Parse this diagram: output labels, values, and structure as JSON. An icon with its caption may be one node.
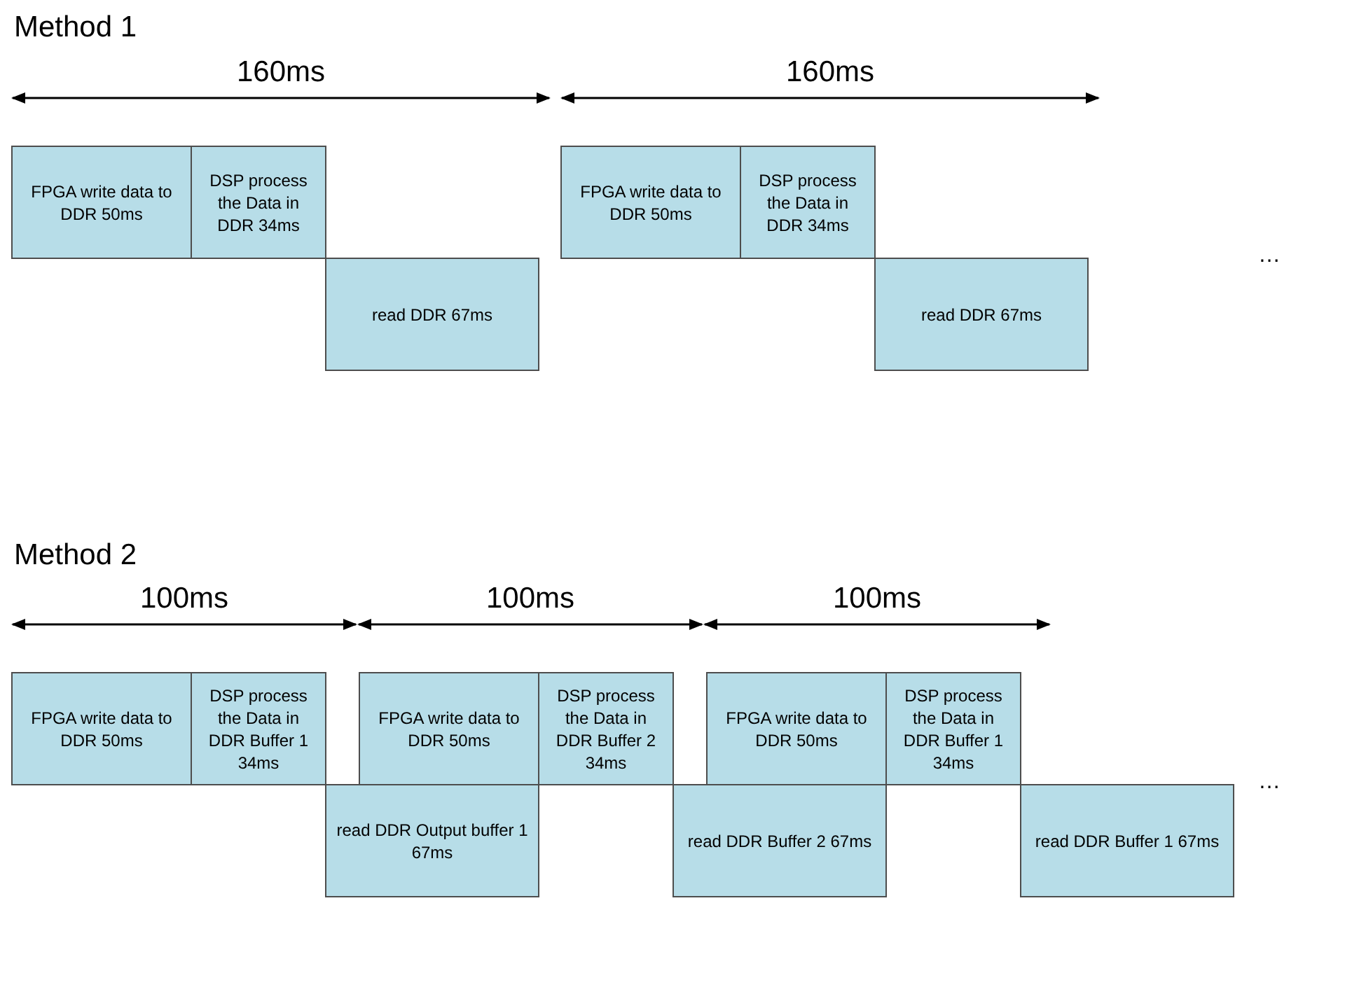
{
  "diagram": {
    "nodes": [
      {
        "text": [
          "FPGA write data to DDR 50ms"
        ]
      },
      {
        "text": [
          "DSP process the Data in DDR 34ms"
        ]
      },
      {
        "text": [
          "read DDR 67ms"
        ]
      },
      {
        "text": [
          "FPGA write data to DDR 50ms"
        ]
      },
      {
        "text": [
          "DSP process the Data in DDR 34ms"
        ]
      },
      {
        "text": [
          "read DDR 67ms"
        ]
      },
      {
        "text": [
          "FPGA write data to DDR 50ms"
        ]
      },
      {
        "text": [
          "DSP process the Data in DDR Buffer 1 34ms"
        ]
      },
      {
        "text": [
          "read DDR Output buffer 1 67ms"
        ]
      },
      {
        "text": [
          "FPGA write data to DDR 50ms"
        ]
      },
      {
        "text": [
          "DSP process the Data in DDR Buffer 2 34ms"
        ]
      },
      {
        "text": [
          "read DDR Buffer 2 67ms"
        ]
      },
      {
        "text": [
          "FPGA write data to DDR 50ms"
        ]
      },
      {
        "text": [
          "DSP process the Data in DDR Buffer 1 34ms"
        ]
      },
      {
        "text": [
          "read DDR Buffer 1 67ms"
        ]
      }
    ],
    "labels": [
      "Method 1",
      "160ms",
      "160ms",
      "…",
      "Method 2",
      "100ms",
      "100ms",
      "100ms",
      "…"
    ]
  }
}
